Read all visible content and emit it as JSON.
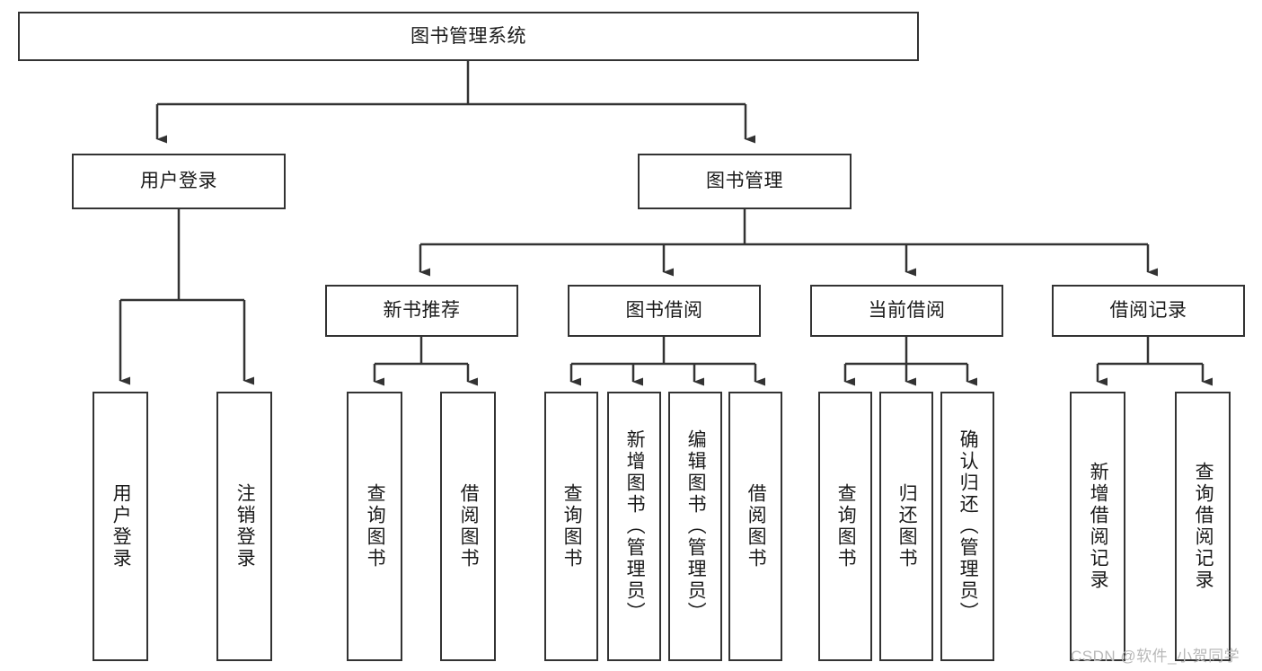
{
  "diagram": {
    "type": "tree-hierarchy-chart",
    "title_node": "图书管理系统",
    "nodes": {
      "root": {
        "label": "图书管理系统",
        "orientation": "horizontal"
      },
      "l2_user": {
        "label": "用户登录",
        "orientation": "horizontal"
      },
      "l2_book": {
        "label": "图书管理",
        "orientation": "horizontal"
      },
      "l3_new_rec": {
        "label": "新书推荐",
        "orientation": "horizontal"
      },
      "l3_borrow": {
        "label": "图书借阅",
        "orientation": "horizontal"
      },
      "l3_current": {
        "label": "当前借阅",
        "orientation": "horizontal"
      },
      "l3_record": {
        "label": "借阅记录",
        "orientation": "horizontal"
      },
      "l4_user_login": {
        "label": "用户登录",
        "orientation": "vertical"
      },
      "l4_user_logout": {
        "label": "注销登录",
        "orientation": "vertical"
      },
      "l4_rec_query": {
        "label": "查询图书",
        "orientation": "vertical"
      },
      "l4_rec_borrow": {
        "label": "借阅图书",
        "orientation": "vertical"
      },
      "l4_bor_query": {
        "label": "查询图书",
        "orientation": "vertical"
      },
      "l4_bor_add": {
        "label": "新增图书（管理员）",
        "orientation": "vertical"
      },
      "l4_bor_edit": {
        "label": "编辑图书（管理员）",
        "orientation": "vertical"
      },
      "l4_bor_borrow": {
        "label": "借阅图书",
        "orientation": "vertical"
      },
      "l4_cur_query": {
        "label": "查询图书",
        "orientation": "vertical"
      },
      "l4_cur_return": {
        "label": "归还图书",
        "orientation": "vertical"
      },
      "l4_cur_confirm": {
        "label": "确认归还（管理员）",
        "orientation": "vertical"
      },
      "l4_rcd_add": {
        "label": "新增借阅记录",
        "orientation": "vertical"
      },
      "l4_rcd_query": {
        "label": "查询借阅记录",
        "orientation": "vertical"
      }
    },
    "edges": [
      {
        "from": "root",
        "to": "l2_user"
      },
      {
        "from": "root",
        "to": "l2_book"
      },
      {
        "from": "l2_user",
        "to": "l4_user_login"
      },
      {
        "from": "l2_user",
        "to": "l4_user_logout"
      },
      {
        "from": "l2_book",
        "to": "l3_new_rec"
      },
      {
        "from": "l2_book",
        "to": "l3_borrow"
      },
      {
        "from": "l2_book",
        "to": "l3_current"
      },
      {
        "from": "l2_book",
        "to": "l3_record"
      },
      {
        "from": "l3_new_rec",
        "to": "l4_rec_query"
      },
      {
        "from": "l3_new_rec",
        "to": "l4_rec_borrow"
      },
      {
        "from": "l3_borrow",
        "to": "l4_bor_query"
      },
      {
        "from": "l3_borrow",
        "to": "l4_bor_add"
      },
      {
        "from": "l3_borrow",
        "to": "l4_bor_edit"
      },
      {
        "from": "l3_borrow",
        "to": "l4_bor_borrow"
      },
      {
        "from": "l3_current",
        "to": "l4_cur_query"
      },
      {
        "from": "l3_current",
        "to": "l4_cur_return"
      },
      {
        "from": "l3_current",
        "to": "l4_cur_confirm"
      },
      {
        "from": "l3_record",
        "to": "l4_rcd_add"
      },
      {
        "from": "l3_record",
        "to": "l4_rcd_query"
      }
    ]
  },
  "watermark": {
    "text": "CSDN @软件_小贺同学"
  },
  "colors": {
    "border": "#333333",
    "background": "#ffffff",
    "text": "#1a1a1a",
    "watermark": "#b8b8b8"
  }
}
